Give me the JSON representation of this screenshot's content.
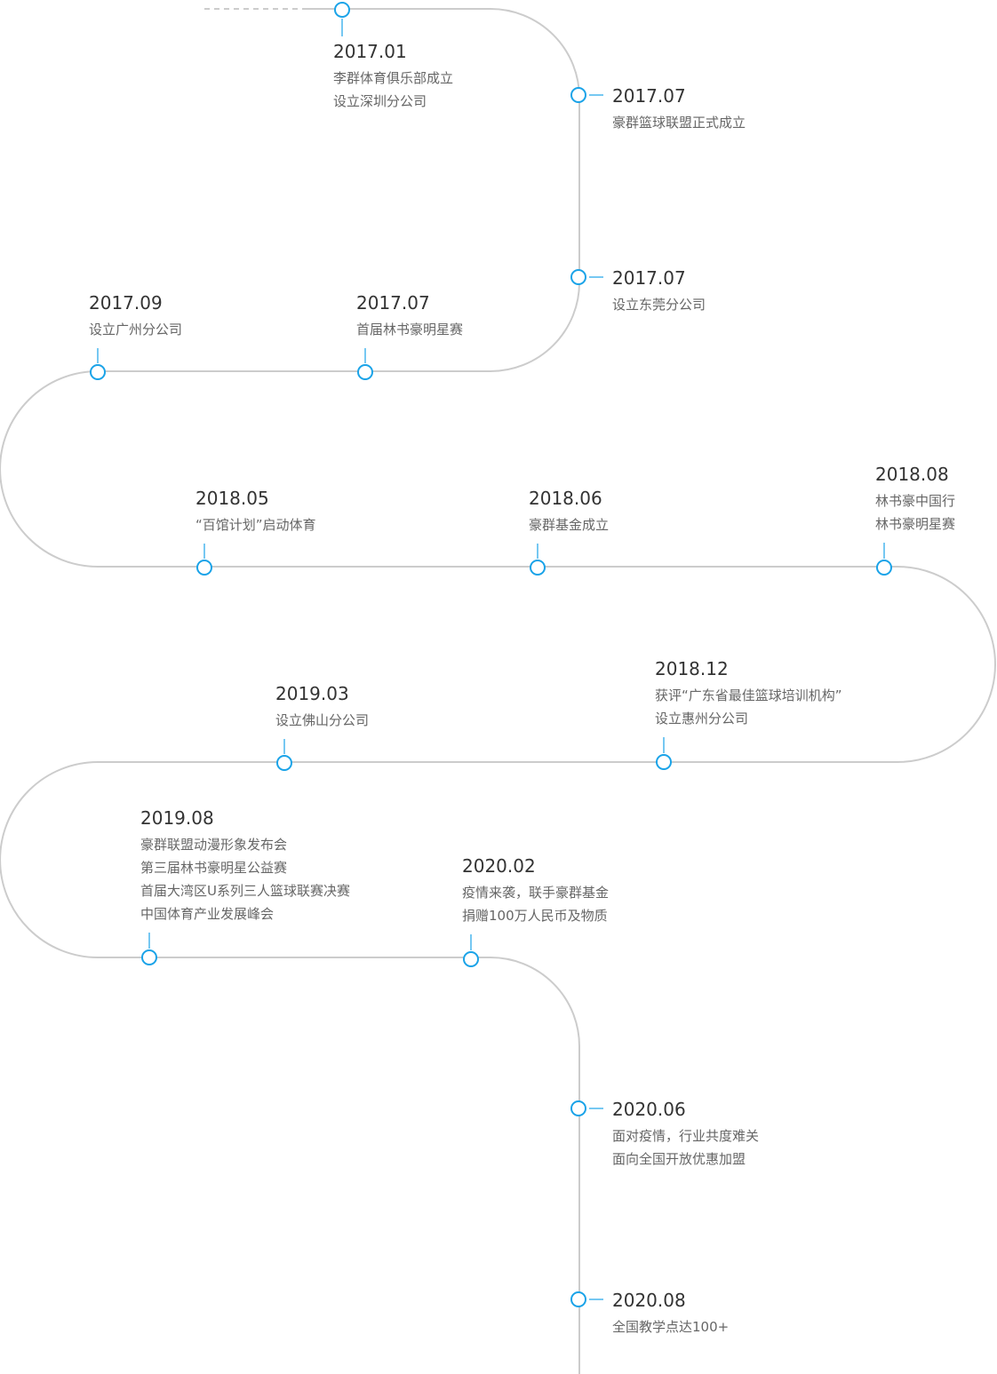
{
  "colors": {
    "path": "#cccccc",
    "node": "#1aa3e8",
    "date": "#333333",
    "text": "#666666"
  },
  "events": [
    {
      "date": "2017.01",
      "lines": [
        "李群体育俱乐部成立",
        "设立深圳分公司"
      ]
    },
    {
      "date": "2017.07",
      "lines": [
        "豪群篮球联盟正式成立"
      ]
    },
    {
      "date": "2017.07",
      "lines": [
        "设立东莞分公司"
      ]
    },
    {
      "date": "2017.07",
      "lines": [
        "首届林书豪明星赛"
      ]
    },
    {
      "date": "2017.09",
      "lines": [
        "设立广州分公司"
      ]
    },
    {
      "date": "2018.05",
      "lines": [
        "“百馆计划”启动体育"
      ]
    },
    {
      "date": "2018.06",
      "lines": [
        "豪群基金成立"
      ]
    },
    {
      "date": "2018.08",
      "lines": [
        "林书豪中国行",
        "林书豪明星赛"
      ]
    },
    {
      "date": "2018.12",
      "lines": [
        "获评“广东省最佳篮球培训机构”",
        "设立惠州分公司"
      ]
    },
    {
      "date": "2019.03",
      "lines": [
        "设立佛山分公司"
      ]
    },
    {
      "date": "2019.08",
      "lines": [
        "豪群联盟动漫形象发布会",
        "第三届林书豪明星公益赛",
        "首届大湾区U系列三人篮球联赛决赛",
        "中国体育产业发展峰会"
      ]
    },
    {
      "date": "2020.02",
      "lines": [
        "疫情来袭，联手豪群基金",
        "捐赠100万人民币及物质"
      ]
    },
    {
      "date": "2020.06",
      "lines": [
        "面对疫情，行业共度难关",
        "面向全国开放优惠加盟"
      ]
    },
    {
      "date": "2020.08",
      "lines": [
        "全国教学点达100+"
      ]
    }
  ]
}
